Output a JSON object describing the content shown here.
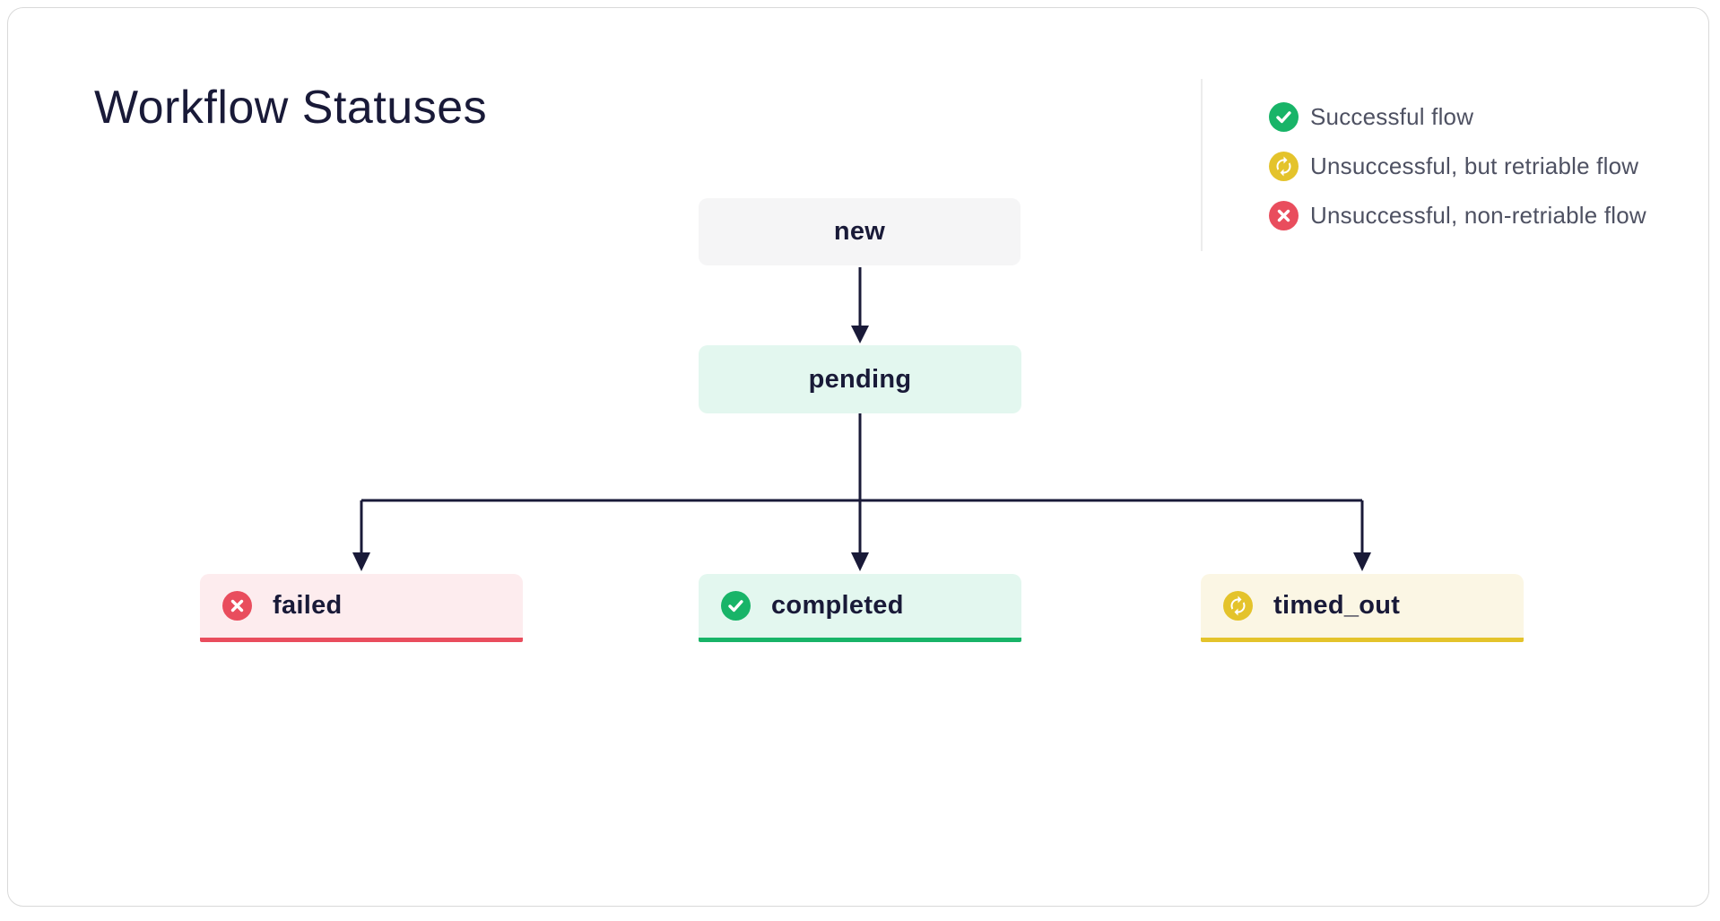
{
  "title": "Workflow Statuses",
  "legend": {
    "items": [
      {
        "label": "Successful flow",
        "icon": "check-circle",
        "color": "#18b468"
      },
      {
        "label": "Unsuccessful, but retriable flow",
        "icon": "retry-circle",
        "color": "#e4c32b"
      },
      {
        "label": "Unsuccessful, non-retriable flow",
        "icon": "cross-circle",
        "color": "#e94d5d"
      }
    ]
  },
  "nodes": [
    {
      "id": "new",
      "label": "new",
      "kind": "neutral",
      "icon": null
    },
    {
      "id": "pending",
      "label": "pending",
      "kind": "in-progress",
      "icon": null
    },
    {
      "id": "failed",
      "label": "failed",
      "kind": "failure",
      "icon": "cross-circle"
    },
    {
      "id": "completed",
      "label": "completed",
      "kind": "success",
      "icon": "check-circle"
    },
    {
      "id": "timed_out",
      "label": "timed_out",
      "kind": "retriable",
      "icon": "retry-circle"
    }
  ],
  "edges": [
    {
      "from": "new",
      "to": "pending"
    },
    {
      "from": "pending",
      "to": "failed"
    },
    {
      "from": "pending",
      "to": "completed"
    },
    {
      "from": "pending",
      "to": "timed_out"
    }
  ],
  "colors": {
    "success": "#18b468",
    "warning": "#e4c32b",
    "danger": "#e94d5d",
    "success_bg": "#e3f7ef",
    "warning_bg": "#fbf6e4",
    "danger_bg": "#fdecee",
    "neutral_bg": "#f5f5f6",
    "ink": "#191a38",
    "text_muted": "#4e5162"
  }
}
